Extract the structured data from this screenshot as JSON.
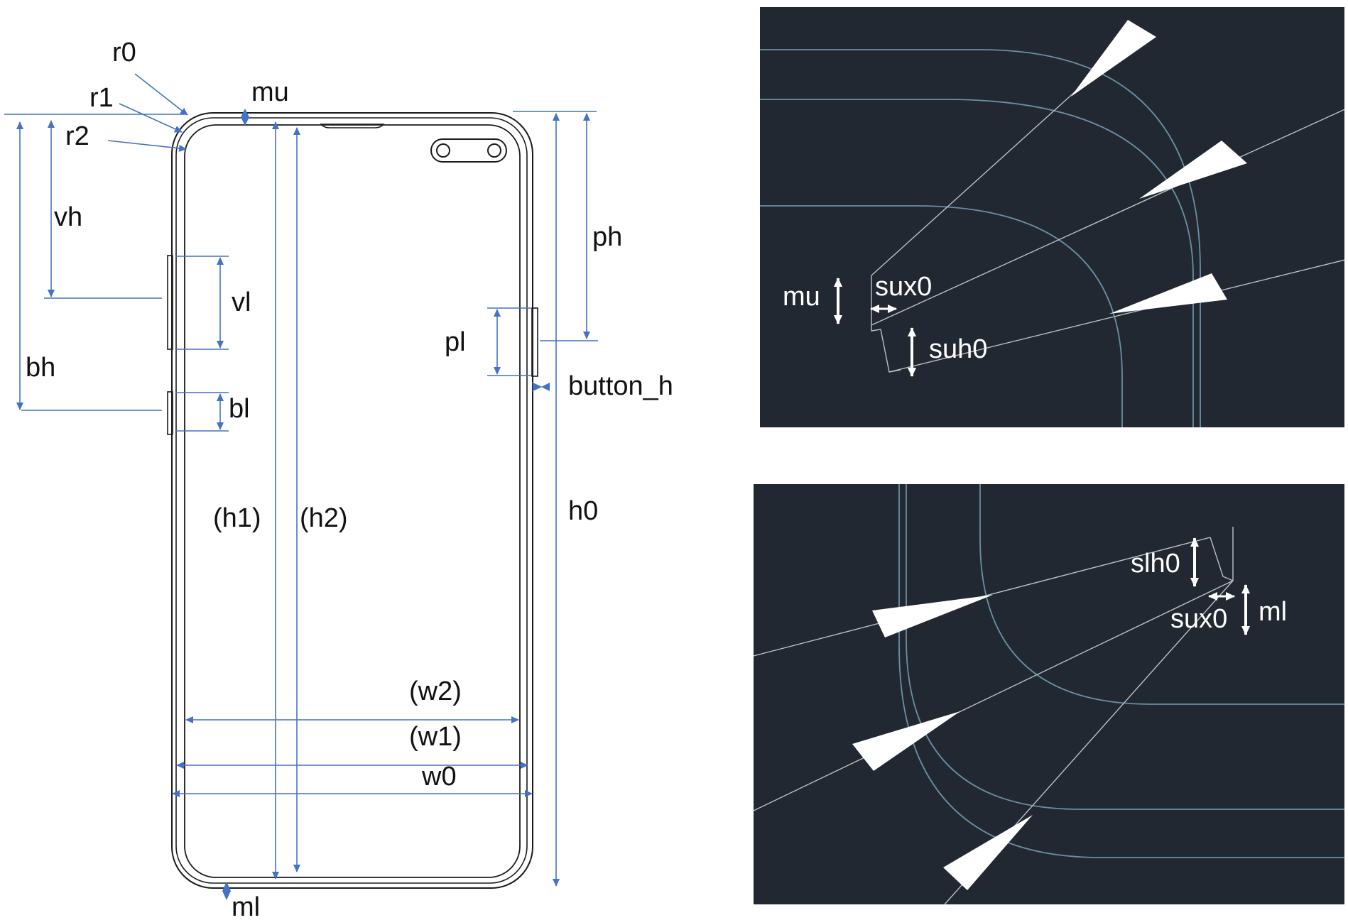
{
  "colors": {
    "dimension": "#4472c4",
    "outline": "#1a1a1a",
    "cad_background": "#222831",
    "cad_curve": "#6a8ea4",
    "cad_line": "#b9c0c6",
    "cad_arrow": "#ffffff"
  },
  "phone_labels": {
    "r0": "r0",
    "r1": "r1",
    "r2": "r2",
    "mu": "mu",
    "vh": "vh",
    "vl": "vl",
    "bh": "bh",
    "bl": "bl",
    "h1": "(h1)",
    "h2": "(h2)",
    "ph": "ph",
    "pl": "pl",
    "button_h": "button_h",
    "h0": "h0",
    "w2": "(w2)",
    "w1": "(w1)",
    "w0": "w0",
    "ml": "ml"
  },
  "top_detail": {
    "mu": "mu",
    "sux0": "sux0",
    "suh0": "suh0"
  },
  "bottom_detail": {
    "slh0": "slh0",
    "sux0": "sux0",
    "ml": "ml"
  }
}
